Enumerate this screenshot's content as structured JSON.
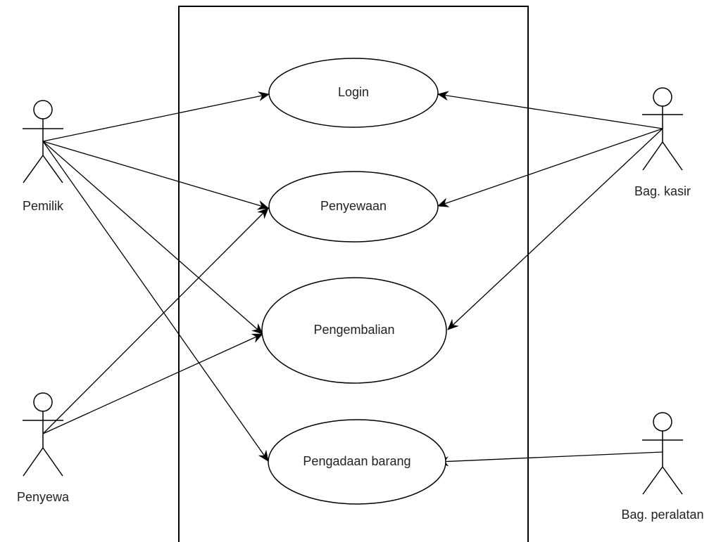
{
  "colors": {
    "stroke": "#000000",
    "text": "#222222",
    "background": "#ffffff"
  },
  "use_cases": [
    {
      "id": "login",
      "label": "Login"
    },
    {
      "id": "penyewaan",
      "label": "Penyewaan"
    },
    {
      "id": "pengembalian",
      "label": "Pengembalian"
    },
    {
      "id": "pengadaan",
      "label": "Pengadaan barang"
    }
  ],
  "actors": [
    {
      "id": "pemilik",
      "label": "Pemilik"
    },
    {
      "id": "penyewa",
      "label": "Penyewa"
    },
    {
      "id": "kasir",
      "label": "Bag. kasir"
    },
    {
      "id": "peralatan",
      "label": "Bag. peralatan"
    }
  ],
  "associations": [
    {
      "from": "pemilik",
      "to": "login"
    },
    {
      "from": "pemilik",
      "to": "penyewaan"
    },
    {
      "from": "pemilik",
      "to": "pengembalian"
    },
    {
      "from": "pemilik",
      "to": "pengadaan"
    },
    {
      "from": "penyewa",
      "to": "penyewaan"
    },
    {
      "from": "penyewa",
      "to": "pengembalian"
    },
    {
      "from": "kasir",
      "to": "login"
    },
    {
      "from": "kasir",
      "to": "penyewaan"
    },
    {
      "from": "kasir",
      "to": "pengembalian"
    },
    {
      "from": "peralatan",
      "to": "pengadaan"
    }
  ]
}
